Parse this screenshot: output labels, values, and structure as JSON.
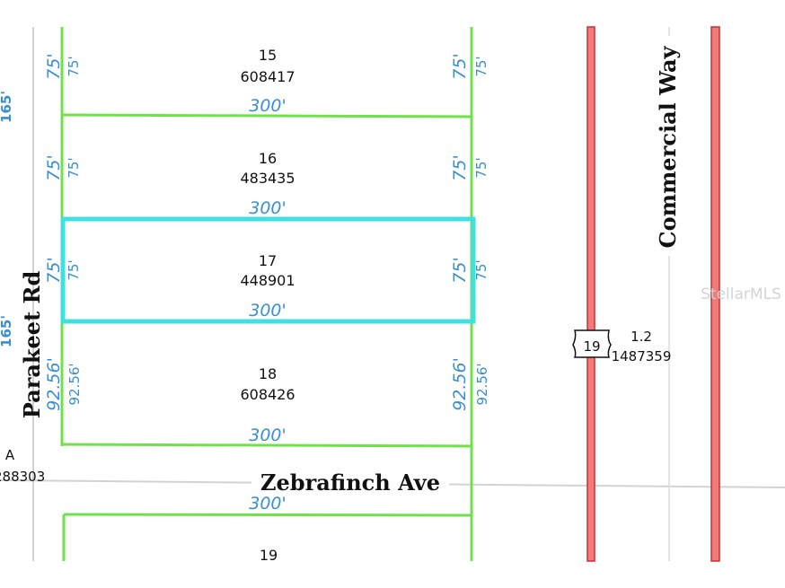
{
  "colors": {
    "lot_line": "#6fe24a",
    "highlight": "#3fe0e0",
    "dimension_text": "#3a8fd0",
    "highway_fill": "#f07070",
    "highway_edge": "#cc3333",
    "street_line": "#d0d0d0"
  },
  "roads": {
    "parakeet": "Parakeet Rd",
    "zebrafinch": "Zebrafinch Ave",
    "commercial": "Commercial Way",
    "route_shield": "19"
  },
  "lots": [
    {
      "number": "15",
      "parcel": "608417",
      "depth_label": "300'",
      "left_a": "75'",
      "left_b": "75'",
      "right_a": "75'",
      "right_b": "75'",
      "highlighted": false
    },
    {
      "number": "16",
      "parcel": "483435",
      "depth_label": "300'",
      "left_a": "75'",
      "left_b": "75'",
      "right_a": "75'",
      "right_b": "75'",
      "highlighted": false
    },
    {
      "number": "17",
      "parcel": "448901",
      "depth_label": "300'",
      "left_a": "75'",
      "left_b": "75'",
      "right_a": "75'",
      "right_b": "75'",
      "highlighted": true
    },
    {
      "number": "18",
      "parcel": "608426",
      "depth_label": "300'",
      "left_a": "92.56'",
      "left_b": "92.56'",
      "right_a": "92.56'",
      "right_b": "92.56'",
      "highlighted": false
    },
    {
      "number": "19",
      "parcel": "",
      "depth_label": "300'",
      "highlighted": false
    }
  ],
  "left_margin": {
    "upper": "165'",
    "lower": "165'",
    "lot_letter": "A",
    "lot_parcel": "288303"
  },
  "east_parcel": {
    "number": "1.2",
    "parcel": "1487359"
  },
  "watermark": "StellarMLS"
}
